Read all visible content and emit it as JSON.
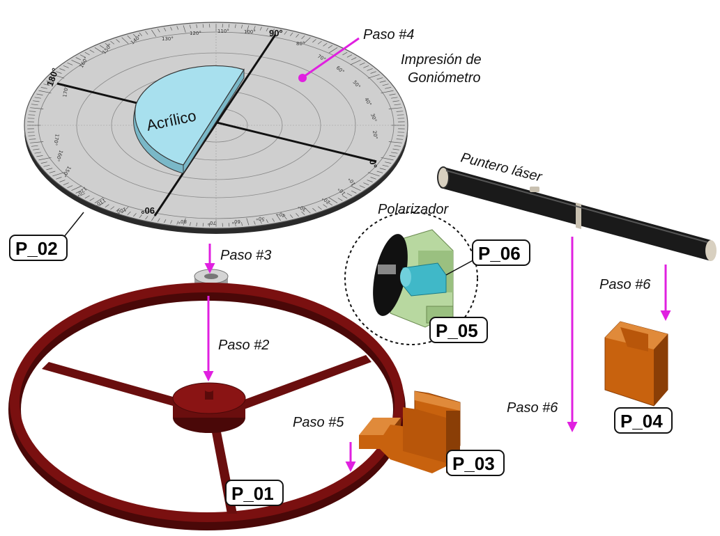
{
  "labels": {
    "paso4": "Paso #4",
    "impresion_line1": "Impresión de",
    "impresion_line2": "Goniómetro",
    "acrilico": "Acrílico",
    "puntero": "Puntero láser",
    "polarizador": "Polarizador",
    "paso3": "Paso #3",
    "paso2": "Paso #2",
    "paso5": "Paso #5",
    "paso6_right": "Paso #6",
    "paso6_mid": "Paso #6"
  },
  "parts": {
    "p01": "P_01",
    "p02": "P_02",
    "p03": "P_03",
    "p04": "P_04",
    "p05": "P_05",
    "p06": "P_06"
  },
  "dial": {
    "major_labels": [
      "180°",
      "90°",
      "0°",
      "90°"
    ],
    "minor_labels": [
      "130°",
      "120°",
      "110°",
      "100°",
      "80°",
      "70°",
      "60°",
      "50°",
      "40°",
      "30°",
      "20°",
      "10°",
      "150°",
      "160°",
      "170°",
      "10°",
      "20°",
      "30°",
      "40°",
      "50°",
      "60°",
      "70°",
      "80°",
      "100°",
      "110°",
      "120°",
      "150°",
      "160°",
      "170°",
      "140°"
    ]
  },
  "colors": {
    "arrow": "#e020e0",
    "frame": "#7a1010",
    "frame_dark": "#4a0808",
    "holder": "#c8620e",
    "holder_dark": "#8a3e06",
    "dial": "#c8c8c8",
    "acrylic": "#a8e0ee",
    "laser": "#1a1a1a",
    "polarizer_body": "#b8d8a0",
    "polarizer_tube": "#40b8c8"
  }
}
